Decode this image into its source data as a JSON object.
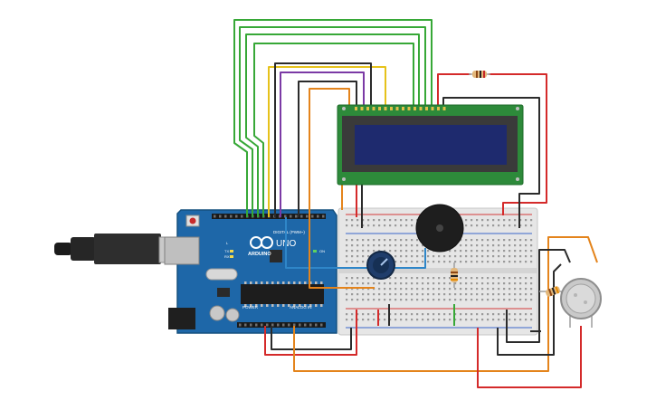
{
  "arduino": {
    "brand_text": "ARDUINO",
    "model_text": "UNO",
    "digital_header_text": "DIGITAL (PWM~)",
    "power_header_text": "POWER",
    "analog_header_text": "ANALOG IN",
    "tx_text": "TX",
    "rx_text": "RX",
    "l_text": "L",
    "on_text": "ON"
  },
  "colors": {
    "board": "#1e67a8",
    "board_dark": "#1a4f80",
    "breadboard": "#e6e6e6",
    "lcd_pcb": "#2d8a3a",
    "lcd_screen": "#1e2a6e",
    "lcd_frame": "#3a3a3a",
    "wire_green": "#37a837",
    "wire_black": "#2b2b2b",
    "wire_red": "#d42a2a",
    "wire_orange": "#e4841c",
    "wire_yellow": "#e6c21b",
    "wire_purple": "#7b3aa5",
    "wire_blue": "#2f86c8"
  },
  "components": [
    {
      "name": "usb-cable"
    },
    {
      "name": "arduino-uno"
    },
    {
      "name": "breadboard"
    },
    {
      "name": "lcd-16x2"
    },
    {
      "name": "piezo-buzzer"
    },
    {
      "name": "potentiometer"
    },
    {
      "name": "gas-sensor"
    },
    {
      "name": "resistor-lcd-backlight"
    },
    {
      "name": "resistor-breadboard"
    },
    {
      "name": "resistor-sensor"
    }
  ]
}
